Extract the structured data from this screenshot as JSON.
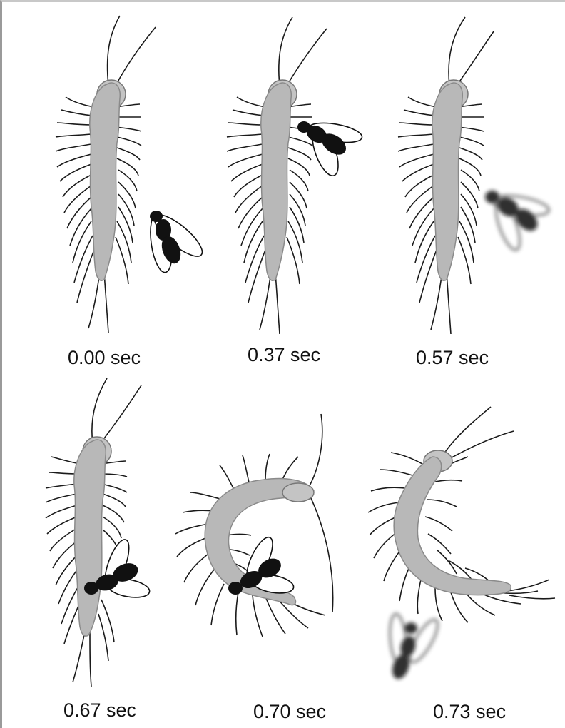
{
  "frames": [
    {
      "caption": "0.00 sec",
      "fly_state": "approaching"
    },
    {
      "caption": "0.37 sec",
      "fly_state": "approaching"
    },
    {
      "caption": "0.57 sec",
      "fly_state": "flying (motion blur)"
    },
    {
      "caption": "0.67 sec",
      "fly_state": "captured"
    },
    {
      "caption": "0.70 sec",
      "fly_state": "captured"
    },
    {
      "caption": "0.73 sec",
      "fly_state": "escaping (motion blur)"
    }
  ],
  "colors": {
    "body": "#b8b8b8",
    "body_outline": "#8a8a8a",
    "legs": "#1a1a1a",
    "fly": "#111111",
    "wing_fill": "#ffffff",
    "caption": "#111111"
  }
}
